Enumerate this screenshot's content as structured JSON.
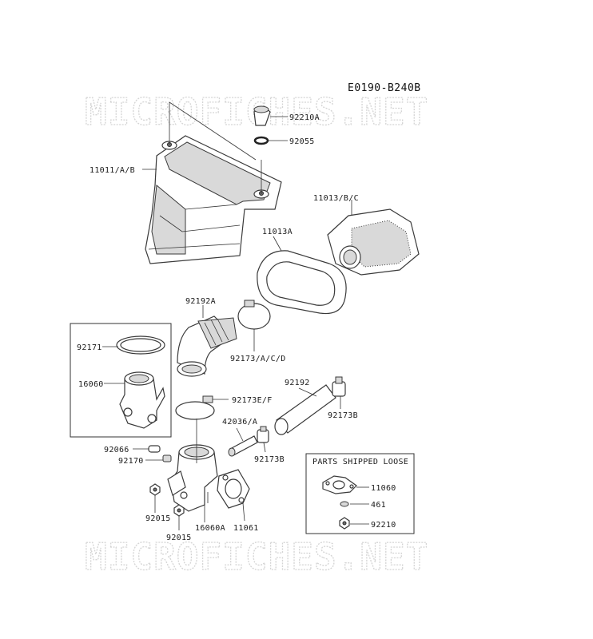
{
  "diagram": {
    "reference_code": "E0190-B240B",
    "watermark_top": "MICROFICHES.NET",
    "watermark_bottom": "MICROFICHES.NET",
    "loose_box_title": "PARTS SHIPPED LOOSE",
    "labels": {
      "p92210A": "92210A",
      "p92055": "92055",
      "p11011AB": "11011/A/B",
      "p11013BC": "11013/B/C",
      "p11013A": "11013A",
      "p92192A": "92192A",
      "p92171": "92171",
      "p92173ACD": "92173/A/C/D",
      "p16060": "16060",
      "p92173EF": "92173E/F",
      "p92192": "92192",
      "p92173B_right": "92173B",
      "p42036A": "42036/A",
      "p92066": "92066",
      "p92170": "92170",
      "p92173B_mid": "92173B",
      "p92015_upper": "92015",
      "p16060A": "16060A",
      "p11061": "11061",
      "p92015_lower": "92015",
      "p11060": "11060",
      "p461": "461",
      "p92210": "92210"
    }
  }
}
